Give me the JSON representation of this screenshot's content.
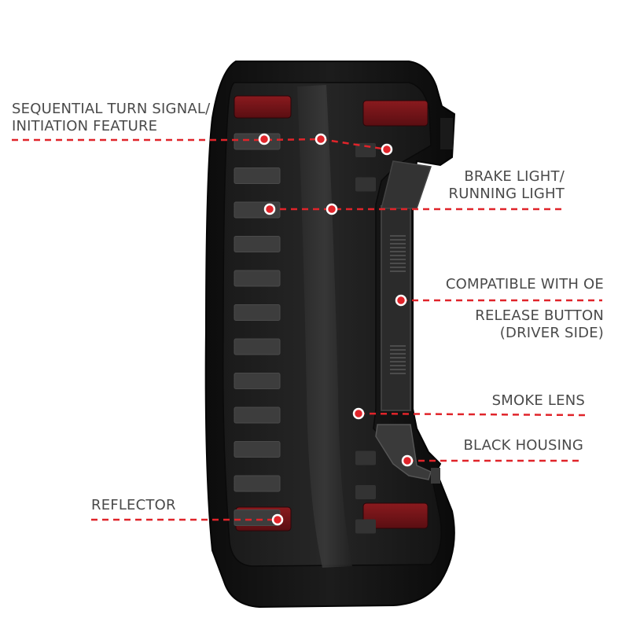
{
  "product": {
    "name": "tail-light",
    "housing_color": "#141414",
    "lens_color": "#1e1e1e",
    "reflector_color": "#7a1418",
    "accent_color": "#e0242a"
  },
  "callouts": {
    "sequential_turn_signal": {
      "line1": "SEQUENTIAL TURN SIGNAL/",
      "line2": "INITIATION FEATURE"
    },
    "brake_light": {
      "line1": "BRAKE LIGHT/",
      "line2": "RUNNING LIGHT"
    },
    "compatible_oe": {
      "line1": "COMPATIBLE WITH OE"
    },
    "release_button": {
      "line1": "RELEASE BUTTON",
      "line2": "(DRIVER SIDE)"
    },
    "smoke_lens": {
      "line1": "SMOKE LENS"
    },
    "black_housing": {
      "line1": "BLACK HOUSING"
    },
    "reflector": {
      "line1": "REFLECTOR"
    }
  }
}
